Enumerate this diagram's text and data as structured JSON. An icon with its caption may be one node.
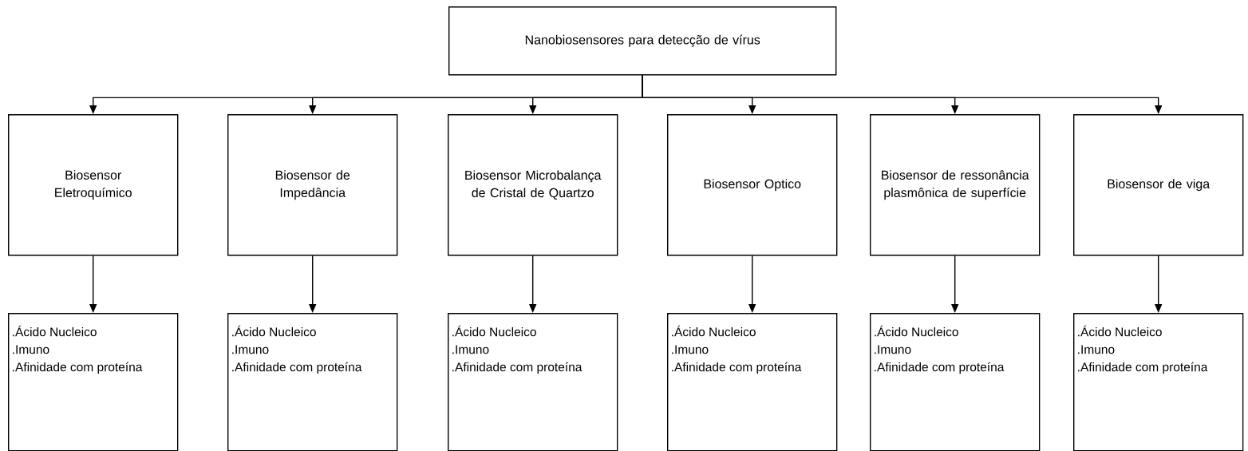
{
  "diagram": {
    "nodes": [
      {
        "text": [
          "Nanobiosensores para detecção de vírus"
        ]
      },
      {
        "text": [
          "Biosensor Eletroquímico"
        ]
      },
      {
        "text": [
          "Biosensor de Impedância"
        ]
      },
      {
        "text": [
          "Biosensor Microbalança de Cristal de Quartzo"
        ]
      },
      {
        "text": [
          "Biosensor Optico"
        ]
      },
      {
        "text": [
          "Biosensor de ressonância plasmônica de superfície"
        ]
      },
      {
        "text": [
          "Biosensor de viga"
        ]
      },
      {
        "text": [
          ".Ácido Nucleico",
          ".Imuno",
          ".Afinidade com proteína"
        ]
      },
      {
        "text": [
          ".Ácido Nucleico",
          ".Imuno",
          ".Afinidade com proteína"
        ]
      },
      {
        "text": [
          ".Ácido Nucleico",
          ".Imuno",
          ".Afinidade com proteína"
        ]
      },
      {
        "text": [
          ".Ácido Nucleico",
          ".Imuno",
          ".Afinidade com proteína"
        ]
      },
      {
        "text": [
          ".Ácido Nucleico",
          ".Imuno",
          ".Afinidade com proteína"
        ]
      },
      {
        "text": [
          ".Ácido Nucleico",
          ".Imuno",
          ".Afinidade com proteína"
        ]
      }
    ],
    "edges": [
      {
        "from": 0,
        "to": 1,
        "arrow": "to"
      },
      {
        "from": 0,
        "to": 2,
        "arrow": "to"
      },
      {
        "from": 0,
        "to": 3,
        "arrow": "to"
      },
      {
        "from": 0,
        "to": 4,
        "arrow": "to"
      },
      {
        "from": 0,
        "to": 5,
        "arrow": "to"
      },
      {
        "from": 0,
        "to": 6,
        "arrow": "to"
      },
      {
        "from": 1,
        "to": 7,
        "arrow": "to"
      },
      {
        "from": 2,
        "to": 8,
        "arrow": "to"
      },
      {
        "from": 3,
        "to": 9,
        "arrow": "to"
      },
      {
        "from": 4,
        "to": 10,
        "arrow": "to"
      },
      {
        "from": 5,
        "to": 11,
        "arrow": "to"
      },
      {
        "from": 6,
        "to": 12,
        "arrow": "to"
      }
    ]
  }
}
